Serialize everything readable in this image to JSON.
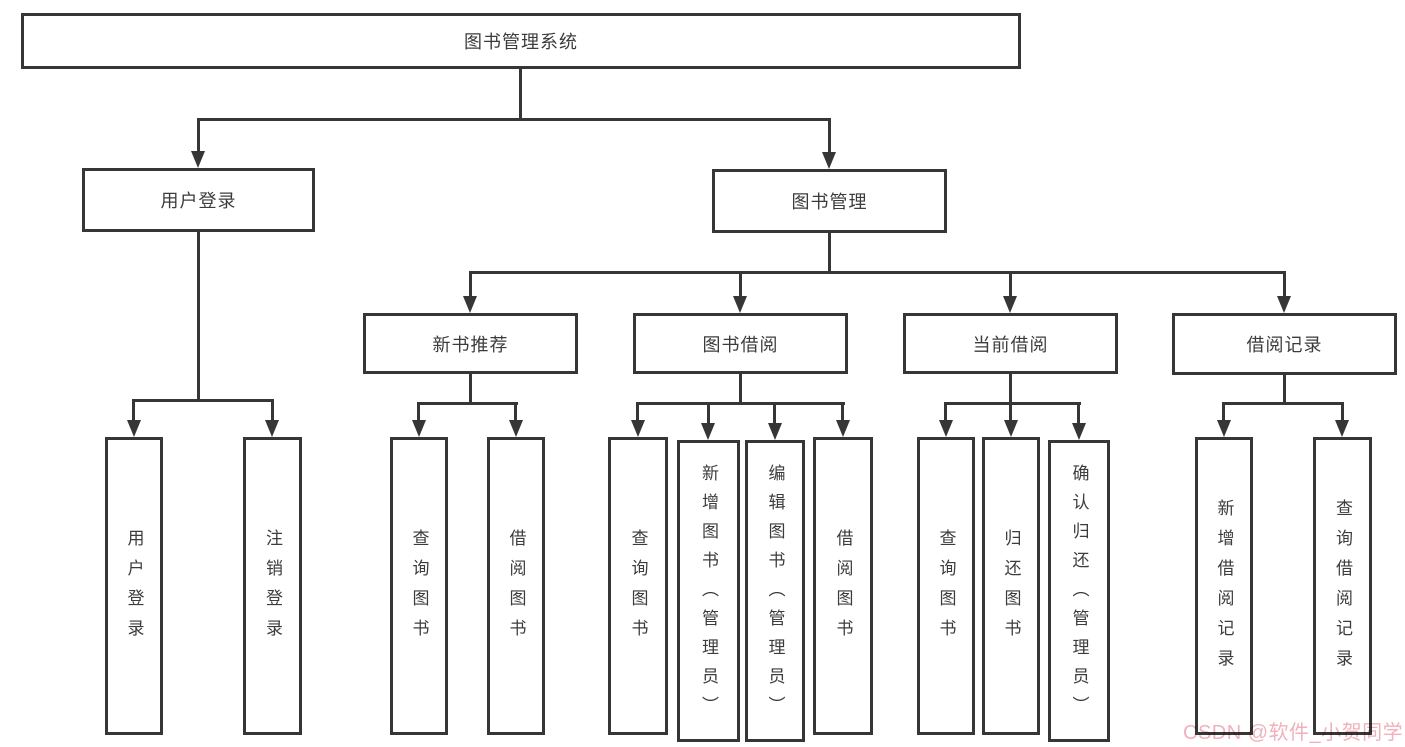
{
  "tree": {
    "root": {
      "label": "图书管理系统"
    },
    "branches": [
      {
        "label": "用户登录",
        "children": [
          {
            "label": "用户登录"
          },
          {
            "label": "注销登录"
          }
        ]
      },
      {
        "label": "图书管理",
        "children": [
          {
            "label": "新书推荐",
            "children": [
              {
                "label": "查询图书"
              },
              {
                "label": "借阅图书"
              }
            ]
          },
          {
            "label": "图书借阅",
            "children": [
              {
                "label": "查询图书"
              },
              {
                "label": "新增图书（管理员）"
              },
              {
                "label": "编辑图书（管理员）"
              },
              {
                "label": "借阅图书"
              }
            ]
          },
          {
            "label": "当前借阅",
            "children": [
              {
                "label": "查询图书"
              },
              {
                "label": "归还图书"
              },
              {
                "label": "确认归还（管理员）"
              }
            ]
          },
          {
            "label": "借阅记录",
            "children": [
              {
                "label": "新增借阅记录"
              },
              {
                "label": "查询借阅记录"
              }
            ]
          }
        ]
      }
    ]
  },
  "watermark": {
    "text": "CSDN @软件_小贺同学",
    "color": "#f0b1bc"
  },
  "colors": {
    "line": "#363636",
    "node_border": "#363636",
    "text": "#3c3c3c",
    "background": "#ffffff"
  }
}
